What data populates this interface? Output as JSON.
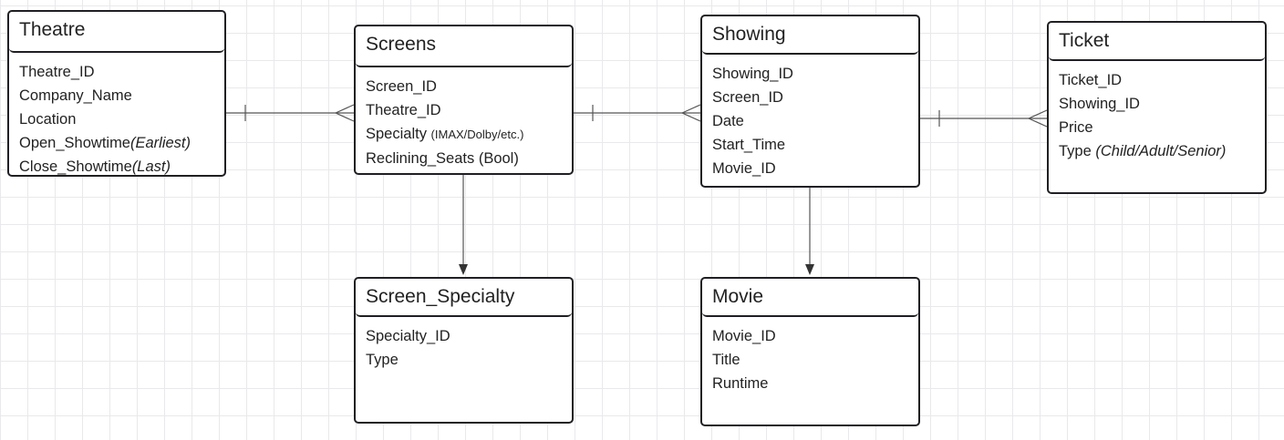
{
  "entities": {
    "theatre": {
      "title": "Theatre",
      "fields": [
        {
          "name": "Theatre_ID",
          "note": ""
        },
        {
          "name": "Company_Name",
          "note": ""
        },
        {
          "name": "Location",
          "note": ""
        },
        {
          "name": "Open_Showtime",
          "note": "(Earliest)"
        },
        {
          "name": "Close_Showtime",
          "note": "(Last)"
        }
      ]
    },
    "screens": {
      "title": "Screens",
      "fields": [
        {
          "name": "Screen_ID",
          "note": ""
        },
        {
          "name": "Theatre_ID",
          "note": ""
        },
        {
          "name": "Specialty ",
          "note": "(IMAX/Dolby/etc.)"
        },
        {
          "name": "Reclining_Seats (Bool)",
          "note": ""
        }
      ]
    },
    "showing": {
      "title": "Showing",
      "fields": [
        {
          "name": "Showing_ID",
          "note": ""
        },
        {
          "name": "Screen_ID",
          "note": ""
        },
        {
          "name": "Date",
          "note": ""
        },
        {
          "name": "Start_Time",
          "note": ""
        },
        {
          "name": "Movie_ID",
          "note": ""
        }
      ]
    },
    "ticket": {
      "title": "Ticket",
      "fields": [
        {
          "name": "Ticket_ID",
          "note": ""
        },
        {
          "name": "Showing_ID",
          "note": ""
        },
        {
          "name": "Price",
          "note": ""
        },
        {
          "name": "Type ",
          "note": "(Child/Adult/Senior)"
        }
      ]
    },
    "screen_specialty": {
      "title": "Screen_Specialty",
      "fields": [
        {
          "name": "Specialty_ID",
          "note": ""
        },
        {
          "name": "Type",
          "note": ""
        }
      ]
    },
    "movie": {
      "title": "Movie",
      "fields": [
        {
          "name": "Movie_ID",
          "note": ""
        },
        {
          "name": "Title",
          "note": ""
        },
        {
          "name": "Runtime",
          "note": ""
        }
      ]
    }
  },
  "relationships": [
    {
      "from": "theatre",
      "to": "screens",
      "from_end": "one",
      "to_end": "many"
    },
    {
      "from": "screens",
      "to": "showing",
      "from_end": "one",
      "to_end": "many"
    },
    {
      "from": "showing",
      "to": "ticket",
      "from_end": "one",
      "to_end": "many"
    },
    {
      "from": "screens",
      "to": "screen_specialty",
      "from_end": "none",
      "to_end": "arrow"
    },
    {
      "from": "showing",
      "to": "movie",
      "from_end": "none",
      "to_end": "arrow"
    }
  ],
  "colors": {
    "grid": "#e9e9ec",
    "border": "#1f1f24",
    "connector": "#555555"
  }
}
